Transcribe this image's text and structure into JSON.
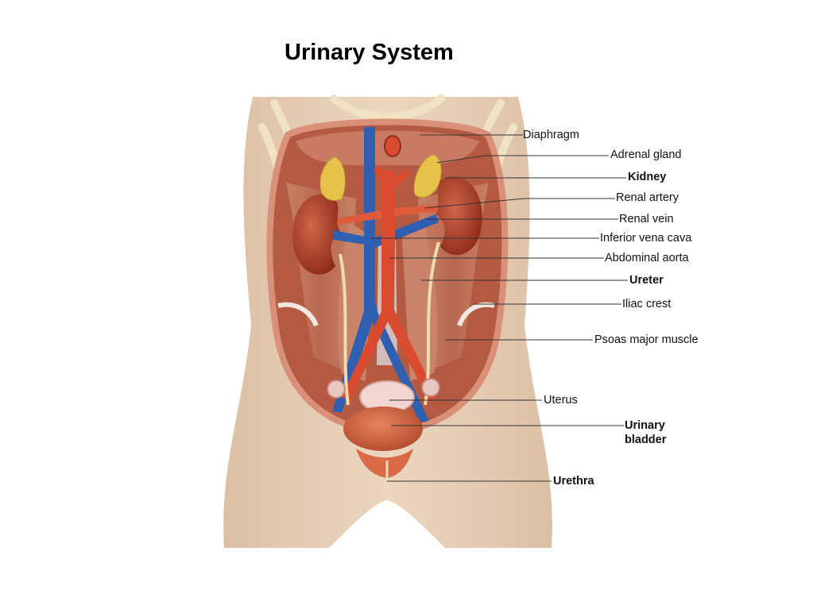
{
  "title": "Urinary System",
  "colors": {
    "skin": "#e8cdb2",
    "muscle": "#b85a44",
    "vein": "#2f5fb0",
    "artery": "#d94a2e",
    "kidney": "#a83a24",
    "adrenal": "#e6c24a",
    "ureter": "#e9d9a8",
    "leader_line": "#333333"
  },
  "labels": [
    {
      "id": "diaphragm",
      "text": "Diaphragm",
      "bold": false
    },
    {
      "id": "adrenal-gland",
      "text": "Adrenal gland",
      "bold": false
    },
    {
      "id": "kidney",
      "text": "Kidney",
      "bold": true
    },
    {
      "id": "renal-artery",
      "text": "Renal artery",
      "bold": false
    },
    {
      "id": "renal-vein",
      "text": "Renal vein",
      "bold": false
    },
    {
      "id": "inferior-vena-cava",
      "text": "Inferior vena cava",
      "bold": false
    },
    {
      "id": "abdominal-aorta",
      "text": "Abdominal aorta",
      "bold": false
    },
    {
      "id": "ureter",
      "text": "Ureter",
      "bold": true
    },
    {
      "id": "iliac-crest",
      "text": "Iliac crest",
      "bold": false
    },
    {
      "id": "psoas-major-muscle",
      "text": "Psoas major muscle",
      "bold": false
    },
    {
      "id": "uterus",
      "text": "Uterus",
      "bold": false
    },
    {
      "id": "urinary-bladder-line1",
      "text": "Urinary",
      "bold": true
    },
    {
      "id": "urinary-bladder-line2",
      "text": "bladder",
      "bold": true
    },
    {
      "id": "urethra",
      "text": "Urethra",
      "bold": true
    }
  ]
}
